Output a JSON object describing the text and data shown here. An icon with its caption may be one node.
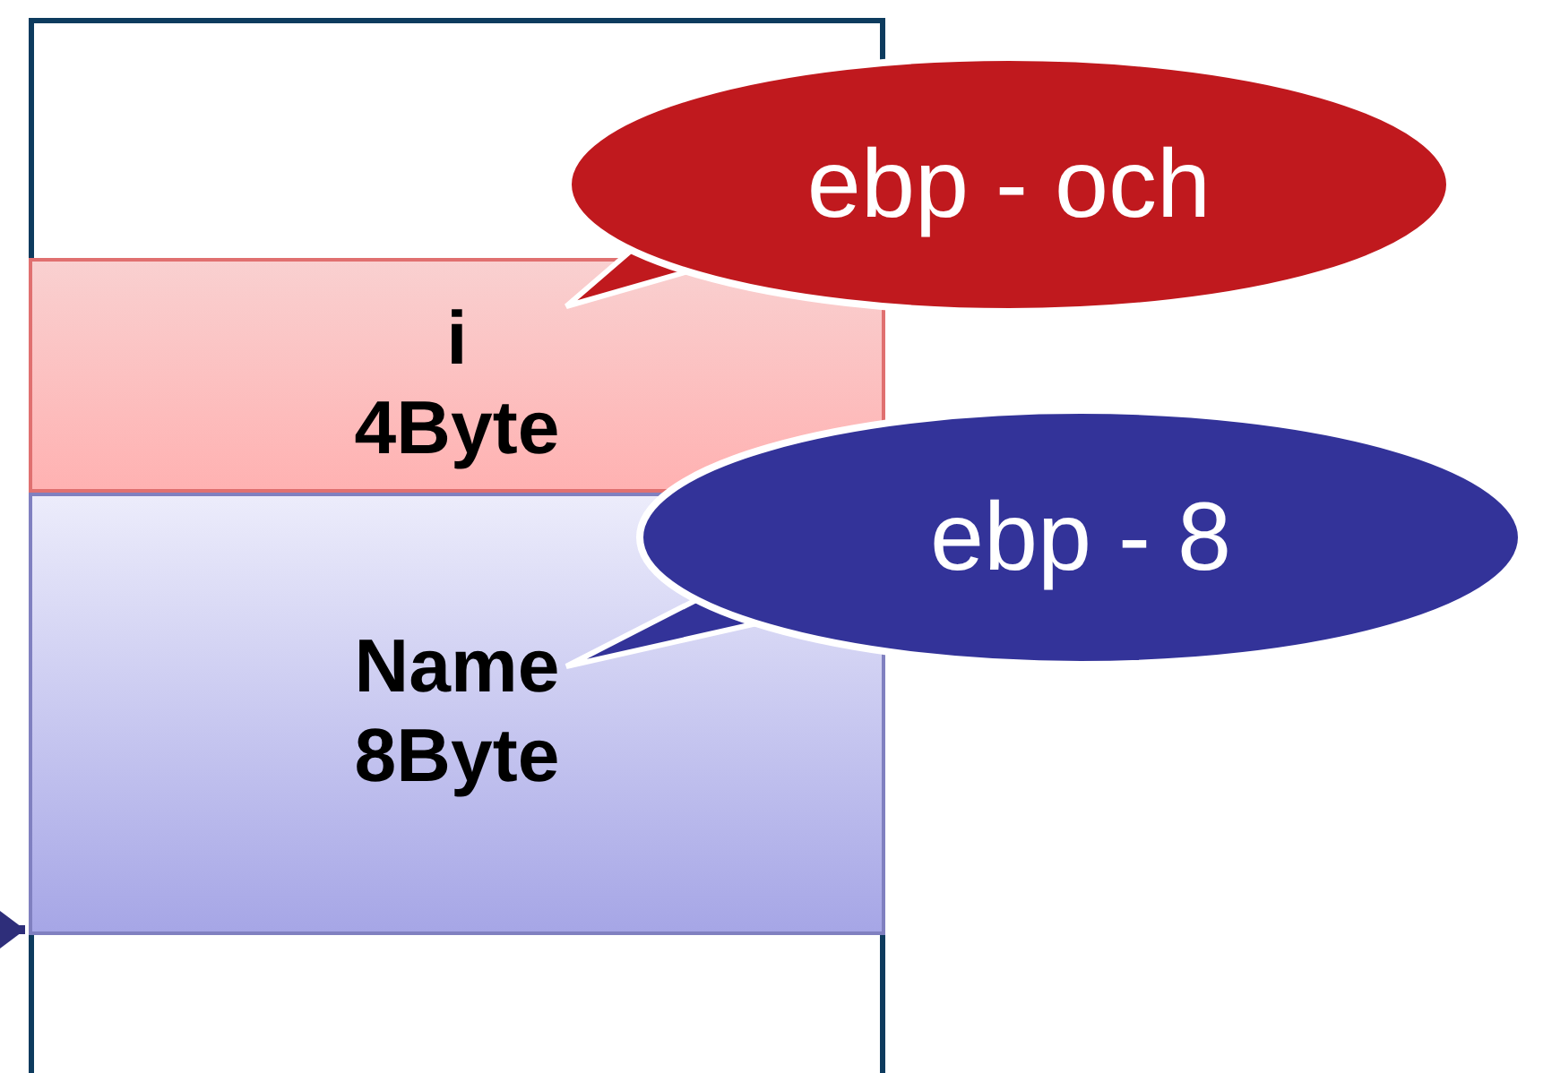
{
  "diagram": {
    "nodes": [
      {
        "text": [],
        "shape": "box"
      },
      {
        "text": [
          "i",
          "4Byte"
        ],
        "in": 0
      },
      {
        "text": [
          "Name",
          "8Byte"
        ],
        "in": 0
      },
      {
        "text": [
          "ebp - och"
        ]
      },
      {
        "text": [
          "ebp - 8"
        ]
      }
    ],
    "edges": [
      {
        "from": 3,
        "to": 1,
        "arrow": "none",
        "color": "#c0191e"
      },
      {
        "from": 4,
        "to": 2,
        "arrow": "none",
        "color": "#333399"
      },
      {
        "from": null,
        "to": 0,
        "arrow": "to",
        "color": "#2e2e7a"
      }
    ]
  }
}
